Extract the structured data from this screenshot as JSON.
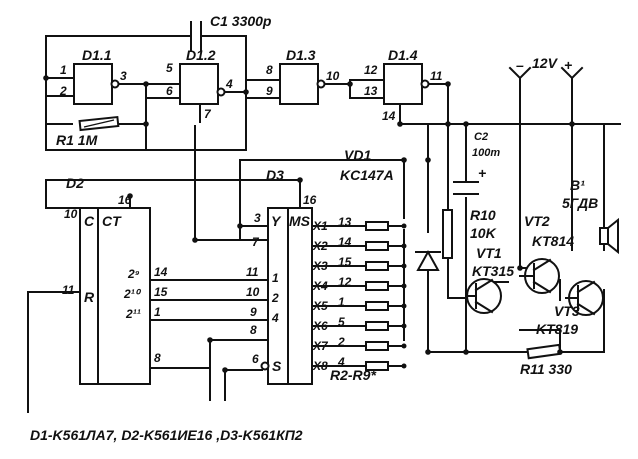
{
  "gates": {
    "d11": {
      "name": "D1.1",
      "in1": "1",
      "in2": "2",
      "out": "3"
    },
    "d12": {
      "name": "D1.2",
      "in1": "5",
      "in2": "6",
      "out": "4",
      "extra": "7"
    },
    "d13": {
      "name": "D1.3",
      "in1": "8",
      "in2": "9",
      "out": "10"
    },
    "d14": {
      "name": "D1.4",
      "in1": "12",
      "in2": "13",
      "out": "11",
      "extra": "14"
    }
  },
  "components": {
    "c1": "C1  3300p",
    "r1": "R1 1M",
    "c2_name": "C2",
    "c2_value": "100m",
    "r10_name": "R10",
    "r10_value": "10K",
    "vd1_name": "VD1",
    "vd1_value": "KC147A",
    "vt1_name": "VT1",
    "vt1_value": "KT315",
    "vt2_name": "VT2",
    "vt2_value": "KT814",
    "vt3_name": "VT3",
    "vt3_value": "KT819",
    "ba1_name": "B¹",
    "ba1_value": "5ГДВ",
    "r11": "R11  330",
    "r2r9": "R2-R9*",
    "supply": "12V",
    "minus": "–",
    "plus": "+",
    "c2_plus": "+"
  },
  "d2": {
    "name": "D2",
    "c_label": "C",
    "ct_label": "CT",
    "r_label": "R",
    "pin_c": "10",
    "pin_vcc": "16",
    "pin_r": "11",
    "pin_q9": "14",
    "pin_q10": "15",
    "pin_q11": "1",
    "pin_gnd": "8",
    "out9": "2⁹",
    "out10": "2¹⁰",
    "out11": "2¹¹"
  },
  "d3": {
    "name": "D3",
    "ms_label": "MS",
    "y_label": "Y",
    "s_label": "S",
    "pin_y": "3",
    "pin_vcc": "16",
    "pin_7": "7",
    "pin_a0": "11",
    "pin_a1": "10",
    "pin_a2": "9",
    "pin_8": "8",
    "pin_s": "6",
    "addr_idx": [
      "1",
      "2",
      "4"
    ],
    "inputs": [
      {
        "name": "X1",
        "pin": "13"
      },
      {
        "name": "X2",
        "pin": "14"
      },
      {
        "name": "X3",
        "pin": "15"
      },
      {
        "name": "X4",
        "pin": "12"
      },
      {
        "name": "X5",
        "pin": "1"
      },
      {
        "name": "X6",
        "pin": "5"
      },
      {
        "name": "X7",
        "pin": "2"
      },
      {
        "name": "X8",
        "pin": "4"
      }
    ]
  },
  "caption": "D1-K561ЛА7, D2-K561ИЕ16 ,D3-K561КП2"
}
